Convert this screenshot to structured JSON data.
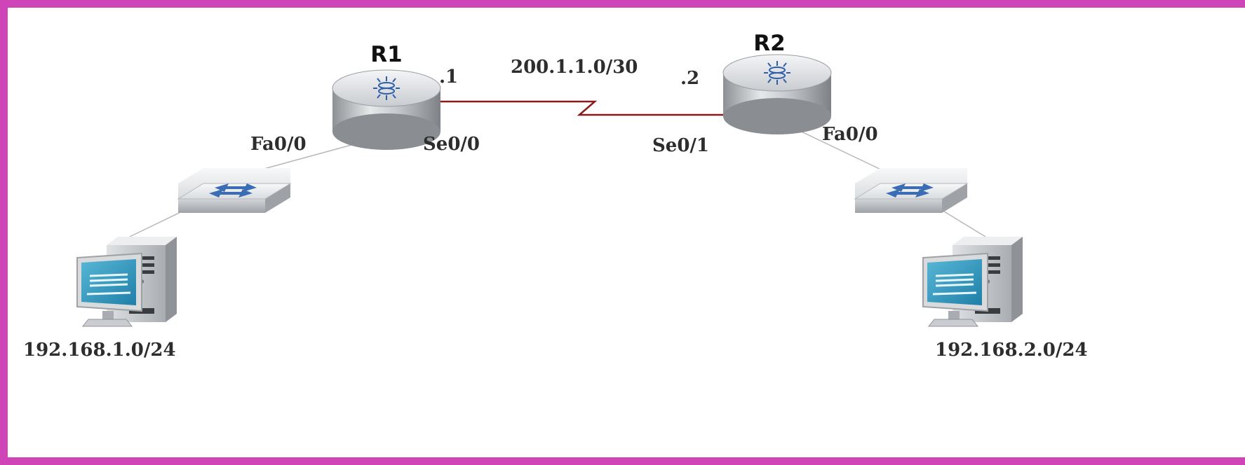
{
  "routers": [
    {
      "name": "R1",
      "serial_interface": "Se0/0",
      "serial_ip_suffix": ".1",
      "lan_interface": "Fa0/0"
    },
    {
      "name": "R2",
      "serial_interface": "Se0/1",
      "serial_ip_suffix": ".2",
      "lan_interface": "Fa0/0"
    }
  ],
  "wan_link": {
    "network": "200.1.1.0/30"
  },
  "lans": [
    {
      "network": "192.168.1.0/24"
    },
    {
      "network": "192.168.2.0/24"
    }
  ],
  "colors": {
    "frame": "#cf44b6",
    "wan_link": "#8b1a1a",
    "lan_link": "#b8b8b8"
  }
}
